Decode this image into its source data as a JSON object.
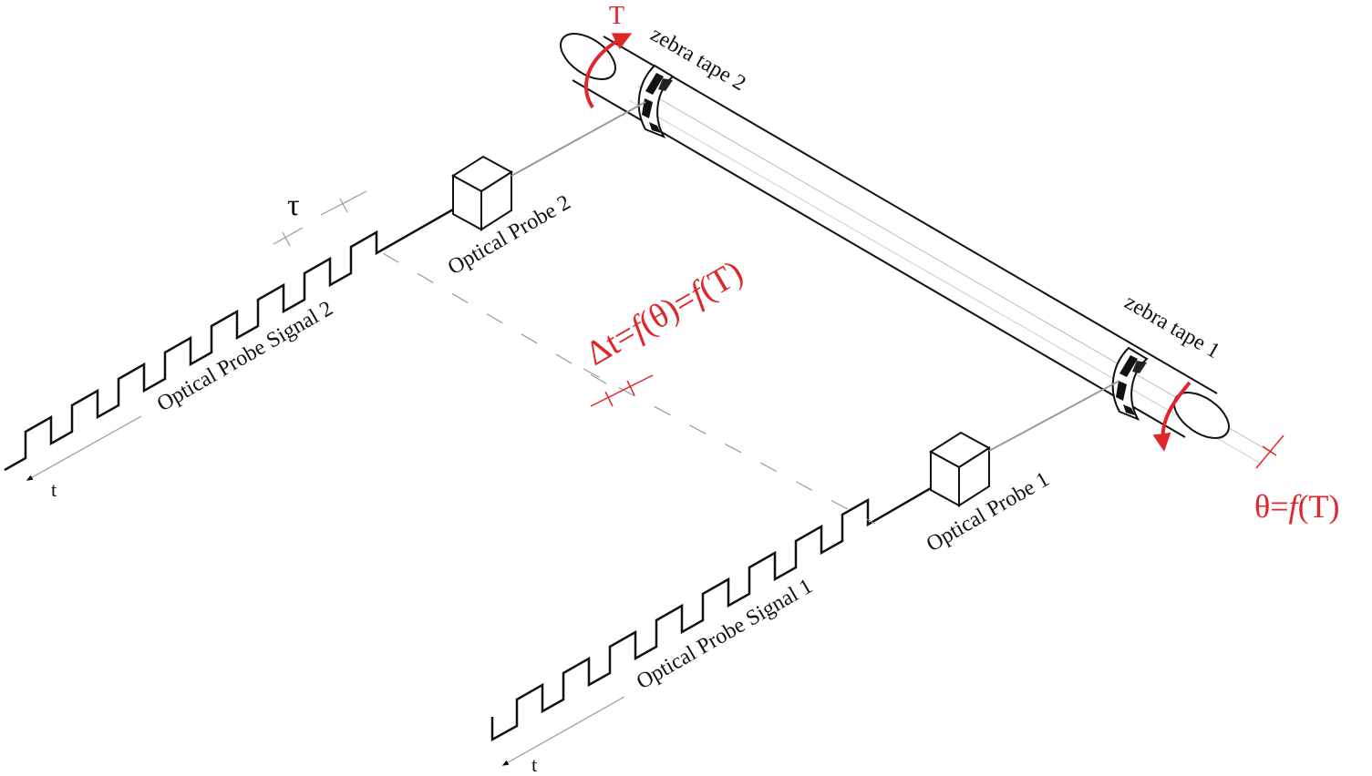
{
  "labels": {
    "torque": "T",
    "zebra_tape_2": "zebra tape 2",
    "zebra_tape_1": "zebra tape 1",
    "optical_probe_2": "Optical Probe 2",
    "optical_probe_1": "Optical Probe 1",
    "signal_2": "Optical Probe Signal 2",
    "signal_1": "Optical Probe Signal 1",
    "tau": "τ",
    "time_2": "t",
    "time_1": "t",
    "delta_t": {
      "lhs": "Δt=",
      "f1": "f",
      "mid": "(θ)=",
      "f2": "f",
      "end": "(T)"
    },
    "theta": {
      "lhs": "θ=",
      "f": "f",
      "end": "(T)"
    }
  },
  "colors": {
    "ink": "#111111",
    "accent": "#e0262a",
    "guide": "#9a9a9a"
  }
}
